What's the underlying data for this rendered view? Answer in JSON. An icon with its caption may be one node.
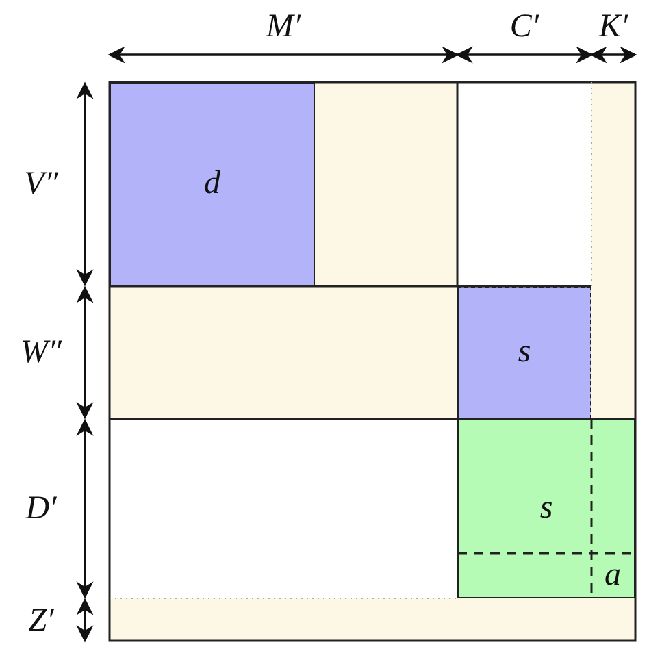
{
  "diagram": {
    "nodes": [
      {
        "text": [
          "d"
        ]
      },
      {
        "text": [
          "s"
        ]
      },
      {
        "text": [
          "s"
        ]
      },
      {
        "text": [
          "a"
        ],
        "in": 2
      }
    ],
    "edges": [],
    "labels": [
      "M′",
      "C′",
      "K′",
      "V″",
      "W″",
      "D′",
      "Z′"
    ]
  }
}
